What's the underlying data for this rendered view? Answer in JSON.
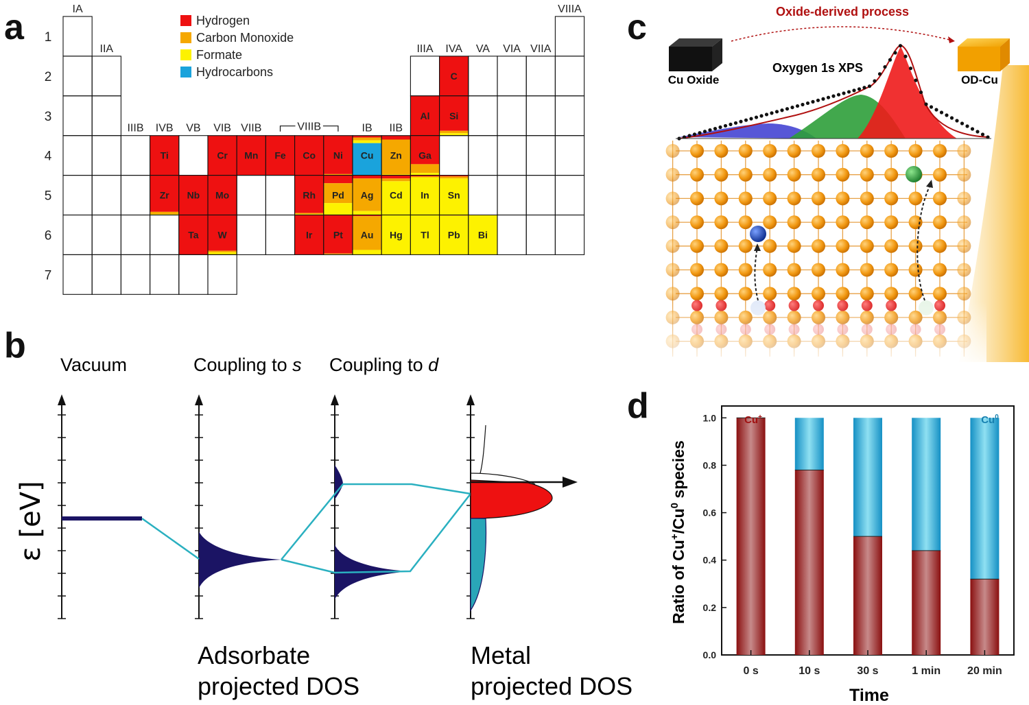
{
  "panels": {
    "a": "a",
    "b": "b",
    "c": "c",
    "d": "d"
  },
  "periodic": {
    "legend": [
      {
        "label": "Hydrogen",
        "color": "#ee1111"
      },
      {
        "label": "Carbon Monoxide",
        "color": "#f5a800"
      },
      {
        "label": "Formate",
        "color": "#fdf200"
      },
      {
        "label": "Hydrocarbons",
        "color": "#1aa3dc"
      }
    ],
    "period_labels": [
      "1",
      "2",
      "3",
      "4",
      "5",
      "6",
      "7"
    ],
    "group_labels": [
      {
        "text": "IA",
        "col": 0,
        "row": 0
      },
      {
        "text": "IIA",
        "col": 1,
        "row": 1
      },
      {
        "text": "IIIB",
        "col": 2,
        "row": 3
      },
      {
        "text": "IVB",
        "col": 3,
        "row": 3
      },
      {
        "text": "VB",
        "col": 4,
        "row": 3
      },
      {
        "text": "VIB",
        "col": 5,
        "row": 3
      },
      {
        "text": "VIIB",
        "col": 6,
        "row": 3
      },
      {
        "text": "IB",
        "col": 10,
        "row": 3
      },
      {
        "text": "IIB",
        "col": 11,
        "row": 3
      },
      {
        "text": "IIIA",
        "col": 12,
        "row": 1
      },
      {
        "text": "IVA",
        "col": 13,
        "row": 1
      },
      {
        "text": "VA",
        "col": 14,
        "row": 1
      },
      {
        "text": "VIA",
        "col": 15,
        "row": 1
      },
      {
        "text": "VIIA",
        "col": 16,
        "row": 1
      },
      {
        "text": "VIIIA",
        "col": 17,
        "row": 0
      }
    ],
    "group_viii_label": "VIIIB",
    "elements": [
      {
        "symbol": "C",
        "row": 1,
        "col": 13,
        "fill": [
          1,
          0,
          0,
          0
        ]
      },
      {
        "symbol": "Al",
        "row": 2,
        "col": 12,
        "fill": [
          1,
          0,
          0,
          0
        ]
      },
      {
        "symbol": "Si",
        "row": 2,
        "col": 13,
        "fill": [
          0.88,
          0.06,
          0.06,
          0
        ]
      },
      {
        "symbol": "Ti",
        "row": 3,
        "col": 3,
        "fill": [
          1,
          0,
          0,
          0
        ]
      },
      {
        "symbol": "Cr",
        "row": 3,
        "col": 5,
        "fill": [
          1,
          0,
          0,
          0
        ]
      },
      {
        "symbol": "Mn",
        "row": 3,
        "col": 6,
        "fill": [
          1,
          0,
          0,
          0
        ]
      },
      {
        "symbol": "Fe",
        "row": 3,
        "col": 7,
        "fill": [
          1,
          0,
          0,
          0
        ]
      },
      {
        "symbol": "Co",
        "row": 3,
        "col": 8,
        "fill": [
          1,
          0,
          0,
          0
        ]
      },
      {
        "symbol": "Ni",
        "row": 3,
        "col": 9,
        "fill": [
          0.97,
          0.03,
          0,
          0
        ]
      },
      {
        "symbol": "Cu",
        "row": 3,
        "col": 10,
        "fill": [
          0.05,
          0.07,
          0.07,
          0.81
        ]
      },
      {
        "symbol": "Zn",
        "row": 3,
        "col": 11,
        "fill": [
          0.1,
          0.88,
          0.02,
          0
        ]
      },
      {
        "symbol": "Ga",
        "row": 3,
        "col": 12,
        "fill": [
          0.72,
          0.22,
          0.06,
          0
        ]
      },
      {
        "symbol": "Zr",
        "row": 4,
        "col": 3,
        "fill": [
          0.92,
          0.06,
          0.02,
          0
        ]
      },
      {
        "symbol": "Nb",
        "row": 4,
        "col": 4,
        "fill": [
          1,
          0,
          0,
          0
        ]
      },
      {
        "symbol": "Mo",
        "row": 4,
        "col": 5,
        "fill": [
          1,
          0,
          0,
          0
        ]
      },
      {
        "symbol": "Rh",
        "row": 4,
        "col": 8,
        "fill": [
          0.95,
          0.03,
          0.02,
          0
        ]
      },
      {
        "symbol": "Pd",
        "row": 4,
        "col": 9,
        "fill": [
          0.2,
          0.5,
          0.3,
          0
        ]
      },
      {
        "symbol": "Ag",
        "row": 4,
        "col": 10,
        "fill": [
          0.08,
          0.82,
          0.1,
          0
        ]
      },
      {
        "symbol": "Cd",
        "row": 4,
        "col": 11,
        "fill": [
          0.08,
          0.07,
          0.85,
          0
        ]
      },
      {
        "symbol": "In",
        "row": 4,
        "col": 12,
        "fill": [
          0.03,
          0.02,
          0.95,
          0
        ]
      },
      {
        "symbol": "Sn",
        "row": 4,
        "col": 13,
        "fill": [
          0.03,
          0.05,
          0.92,
          0
        ]
      },
      {
        "symbol": "Ta",
        "row": 5,
        "col": 4,
        "fill": [
          1,
          0,
          0,
          0
        ]
      },
      {
        "symbol": "W",
        "row": 5,
        "col": 5,
        "fill": [
          0.9,
          0.04,
          0.06,
          0
        ]
      },
      {
        "symbol": "Ir",
        "row": 5,
        "col": 8,
        "fill": [
          1,
          0,
          0,
          0
        ]
      },
      {
        "symbol": "Pt",
        "row": 5,
        "col": 9,
        "fill": [
          0.97,
          0.02,
          0.01,
          0
        ]
      },
      {
        "symbol": "Au",
        "row": 5,
        "col": 10,
        "fill": [
          0.03,
          0.85,
          0.12,
          0
        ]
      },
      {
        "symbol": "Hg",
        "row": 5,
        "col": 11,
        "fill": [
          0,
          0,
          1,
          0
        ]
      },
      {
        "symbol": "Tl",
        "row": 5,
        "col": 12,
        "fill": [
          0,
          0,
          1,
          0
        ]
      },
      {
        "symbol": "Pb",
        "row": 5,
        "col": 13,
        "fill": [
          0,
          0.02,
          0.98,
          0
        ]
      },
      {
        "symbol": "Bi",
        "row": 5,
        "col": 14,
        "fill": [
          0,
          0,
          1,
          0
        ]
      }
    ]
  },
  "dos": {
    "headers": {
      "vacuum": "Vacuum",
      "coupling_s": "Coupling to ",
      "coupling_s_italic": "s",
      "coupling_d": "Coupling to ",
      "coupling_d_italic": "d"
    },
    "ylabel": "ε [eV]",
    "adsorbate_label_1": "Adsorbate",
    "adsorbate_label_2": "projected DOS",
    "metal_label_1": "Metal",
    "metal_label_2": "projected DOS",
    "colors": {
      "state": "#1b1464",
      "line": "#2ab0c0",
      "filled": "#ee1111",
      "empty_metal": "#2aa6b8"
    }
  },
  "xps": {
    "title": "Oxide-derived process",
    "subtitle": "Oxygen 1s XPS",
    "cu_oxide_label": "Cu Oxide",
    "od_cu_label": "OD-Cu",
    "colors": {
      "title": "#b01010",
      "copper": "#f29a14",
      "oxygen": "#e32222",
      "peak_blue": "#3a3ad0",
      "peak_green": "#2e9e3a",
      "peak_red": "#ee1b1b"
    }
  },
  "chart_data": {
    "type": "bar",
    "stacked": true,
    "categories": [
      "0 s",
      "10 s",
      "30 s",
      "1 min",
      "20 min"
    ],
    "series": [
      {
        "name": "Cu⁺",
        "values": [
          1.0,
          0.78,
          0.5,
          0.44,
          0.32
        ],
        "color": "#9a1a1a"
      },
      {
        "name": "Cu⁰",
        "values": [
          0.0,
          0.22,
          0.5,
          0.56,
          0.68
        ],
        "color": "#1aa3d6"
      }
    ],
    "series_labels": {
      "cu_plus_base": "Cu",
      "cu_plus_sup": "+",
      "cu_zero_base": "Cu",
      "cu_zero_sup": "0"
    },
    "xlabel": "Time",
    "ylabel_parts": {
      "a": "Ratio of Cu",
      "a_sup": "+",
      "b": "/Cu",
      "b_sup": "0",
      "c": " species"
    },
    "ylim": [
      0.0,
      1.05
    ],
    "yticks": [
      "0.0",
      "0.2",
      "0.4",
      "0.6",
      "0.8",
      "1.0"
    ],
    "legend": "annotation above first and last bars"
  }
}
